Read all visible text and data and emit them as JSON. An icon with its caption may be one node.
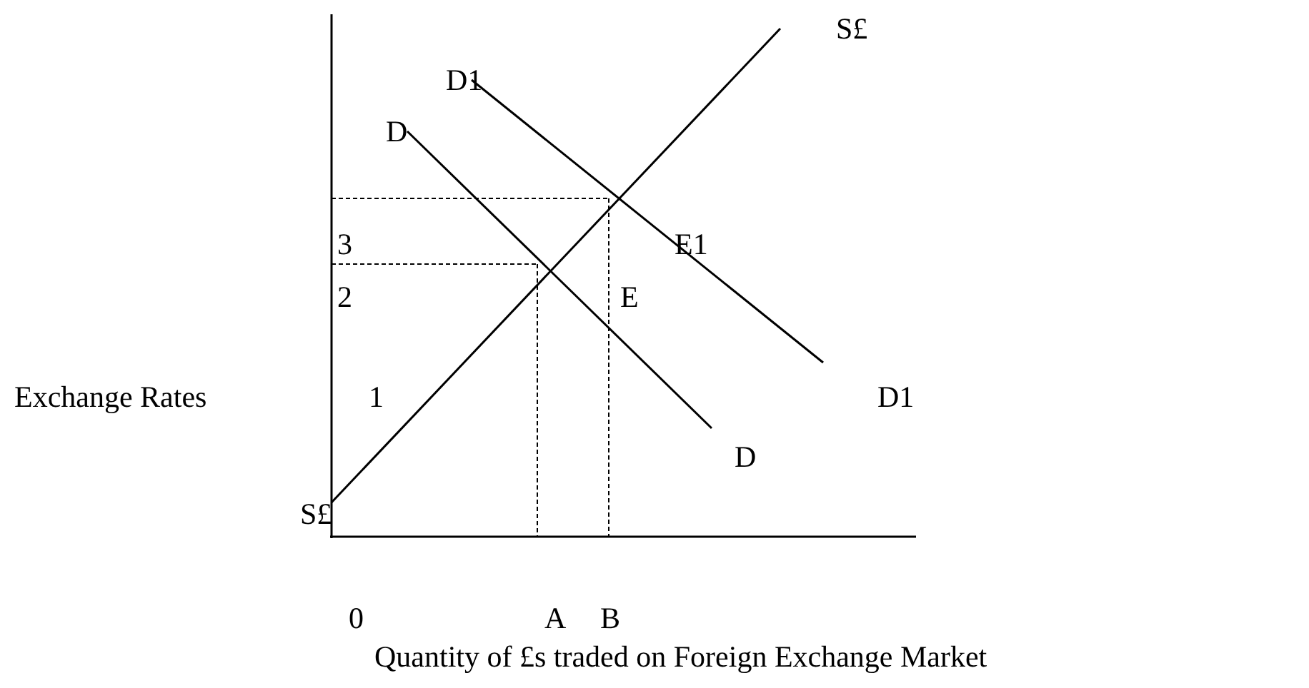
{
  "diagram": {
    "labels": [
      "S£",
      "D1",
      "D",
      "3",
      "E1",
      "2",
      "E",
      "Exchange Rates",
      "1",
      "D1",
      "D",
      "S£",
      "0",
      "A",
      "B",
      "Quantity of £s traded on Foreign Exchange Market"
    ]
  }
}
